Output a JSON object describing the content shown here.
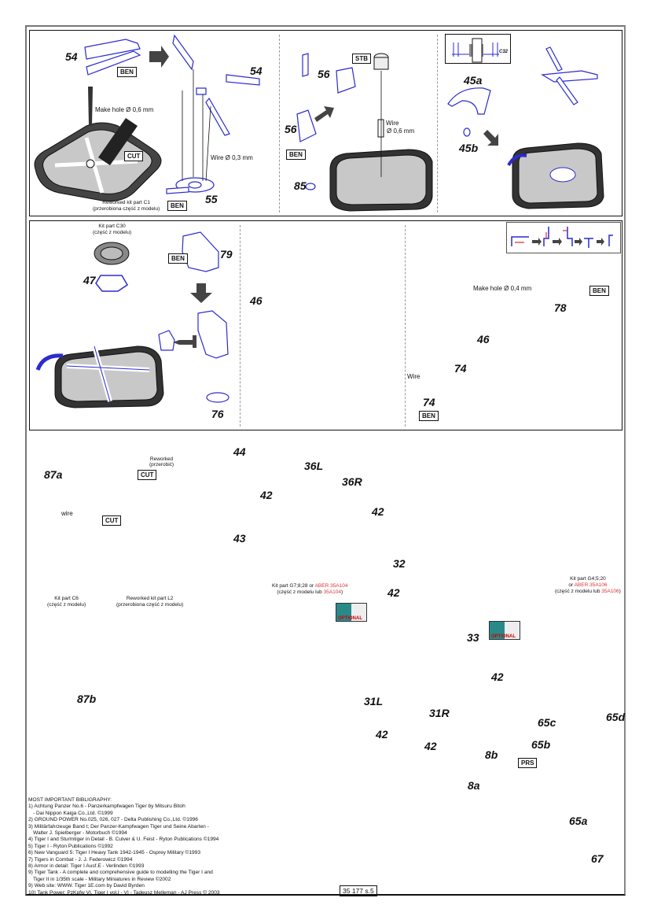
{
  "page": {
    "page_number": "35 177 s.5",
    "colors": {
      "part_outline": "#2b2bd0",
      "body_fill": "#c8c8c8",
      "accent_red": "#d33333",
      "guide_green": "#2a9a2a",
      "optional_teal": "#2a8a8a"
    }
  },
  "step1": {
    "panel_a": {
      "labels": [
        "54",
        "54",
        "55"
      ],
      "tags": [
        "BEN",
        "CUT",
        "BEN"
      ],
      "notes": [
        "Make hole Ø 0,6 mm",
        "Wire Ø 0,3 mm"
      ],
      "caption": [
        "Reworked kit part C1",
        "(przerobiona część z modelu)"
      ]
    },
    "panel_b": {
      "labels": [
        "56",
        "56",
        "85"
      ],
      "tags": [
        "STB",
        "BEN"
      ],
      "notes": [
        "Wire",
        "Ø 0,6 mm"
      ]
    },
    "panel_c": {
      "labels": [
        "45a",
        "45b"
      ],
      "inset_label": "C32"
    }
  },
  "step2": {
    "panel_a": {
      "labels": [
        "47",
        "79",
        "76"
      ],
      "tags": [
        "BEN"
      ],
      "caption": [
        "Kit part C30",
        "(część z modelu)"
      ]
    },
    "panel_b": {
      "labels": [
        "46"
      ]
    },
    "panel_c": {
      "labels": [
        "78",
        "46",
        "74",
        "74"
      ],
      "tags": [
        "BEN",
        "BEN"
      ],
      "notes": [
        "Make hole Ø 0,4 mm",
        "Wire"
      ]
    }
  },
  "step3": {
    "labels": {
      "p87a": "87a",
      "p87b": "87b",
      "p44": "44",
      "p43": "43",
      "p36L": "36L",
      "p36R": "36R",
      "p42a": "42",
      "p42b": "42",
      "p42c": "42",
      "p32": "32",
      "p33": "33",
      "p42d": "42",
      "p31L": "31L",
      "p31R": "31R",
      "p42e": "42",
      "p42f": "42",
      "p8a": "8a",
      "p8b": "8b",
      "p65a": "65a",
      "p65b": "65b",
      "p65c": "65c",
      "p65d": "65d",
      "p67": "67"
    },
    "tags": {
      "cut1": "CUT",
      "cut2": "CUT",
      "prs": "PRS"
    },
    "notes": {
      "wire": "wire",
      "reworked": "Reworked",
      "reworked_pl": "(przerobić)"
    },
    "captions": {
      "c6": [
        "Kit part C6",
        "(część z modelu)"
      ],
      "l2": [
        "Reworked kit part L2",
        "(przerobiona część z modelu)"
      ],
      "g7": {
        "line1_a": "Kit part G7;8;28 or ",
        "line1_b": "ABER 35A104",
        "line2_a": "(część z modelu lub ",
        "line2_b": "35A104",
        "line2_c": ")"
      },
      "g4": {
        "line1": "Kit part G4;5;20",
        "line2_a": "or ",
        "line2_b": "ABER 35A106",
        "line3_a": "(część z modelu lub ",
        "line3_b": "35A106",
        "line3_c": ")"
      }
    },
    "optional_badge": "OPTIONAL"
  },
  "bibliography": {
    "title": "MOST IMPORTANT BIBLIGRAPHY:",
    "entries": [
      "1) Achtung Panzer No.6 - Panzerkampfwagen Tiger by Mitsuru Bitoh",
      "   - Dai Nippon Kaiga Co.,Ltd. ©1999",
      "2) GROUND POWER No.025, 026, 027 - Delta Publishing Co.,Ltd. ©1996",
      "3) Militärfahrzeuge Band t; Der Panzer-Kampfwagen Tiger und Seine Abarten -",
      "   Walter J. Spielberger - Motorbuch ©1994",
      "4) Tiger I and Sturmtiger in Detail - B. Culver & U. Feist - Ryton Publications ©1994",
      "5) Tiger I - Ryton Publications ©1992",
      "6) New Vanguard 5: Tiger I Heavy Tank 1942-1945 - Osprey Military ©1993",
      "7) Tigers in Combat - J. J. Federowicz ©1994",
      "8) Armor in detail: Tiger I Ausf.E - Verlinden ©1993",
      "9) Tiger Tank - A complete and comprehensive guide to modelling the Tiger I and",
      "   Tiger II in 1/35th scale - Military Miniatures in Review ©2002",
      "9) Web site: WWW. Tiger 1E.com   by David Byrden",
      "10) Tank Power: PzKpfw VI, Tiger I vol.I - VI - Tadeusz Melleman - AJ Press © 2003"
    ]
  }
}
